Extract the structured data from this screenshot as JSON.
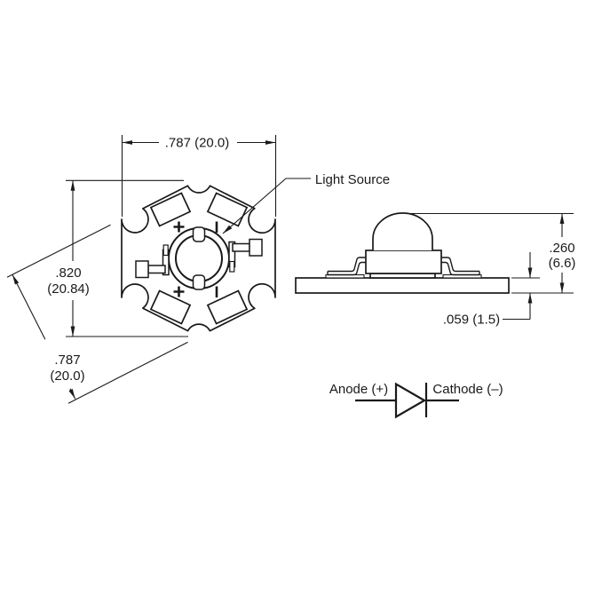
{
  "colors": {
    "line": "#1a1a1a",
    "background": "#ffffff"
  },
  "dims": {
    "top_width": ".787 (20.0)",
    "overall_height": {
      "value": ".820",
      "metric": "(20.84)"
    },
    "diagonal_width": {
      "value": ".787",
      "metric": "(20.0)"
    },
    "assembly_height": {
      "value": ".260",
      "metric": "(6.6)"
    },
    "board_thickness": ".059 (1.5)"
  },
  "labels": {
    "light_source": "Light Source",
    "anode": "Anode (+)",
    "cathode": "Cathode (–)"
  },
  "symbols": {
    "polarity_positive": "+",
    "polarity_negative": "−",
    "diode": "diode-symbol"
  }
}
